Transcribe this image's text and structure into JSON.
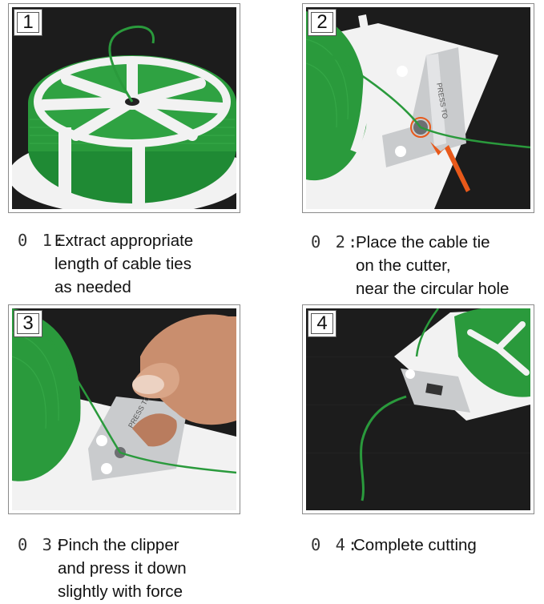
{
  "steps": [
    {
      "badge": "1",
      "number": "0 1:",
      "lines": [
        "Extract appropriate",
        "length of cable ties",
        "as needed"
      ]
    },
    {
      "badge": "2",
      "number": "0 2:",
      "lines": [
        "Place the cable tie",
        "on the cutter,",
        "near the circular hole"
      ]
    },
    {
      "badge": "3",
      "number": "0 3:",
      "lines": [
        "Pinch the clipper",
        "and press it down",
        "slightly with force"
      ]
    },
    {
      "badge": "4",
      "number": "0 4:",
      "lines": [
        "Complete cutting"
      ]
    }
  ],
  "colors": {
    "wire_green": "#2a9a3c",
    "spool_white": "#f2f2f2",
    "background_dark": "#1c1c1c",
    "metal": "#c9cbcd",
    "arrow": "#e8591a"
  }
}
